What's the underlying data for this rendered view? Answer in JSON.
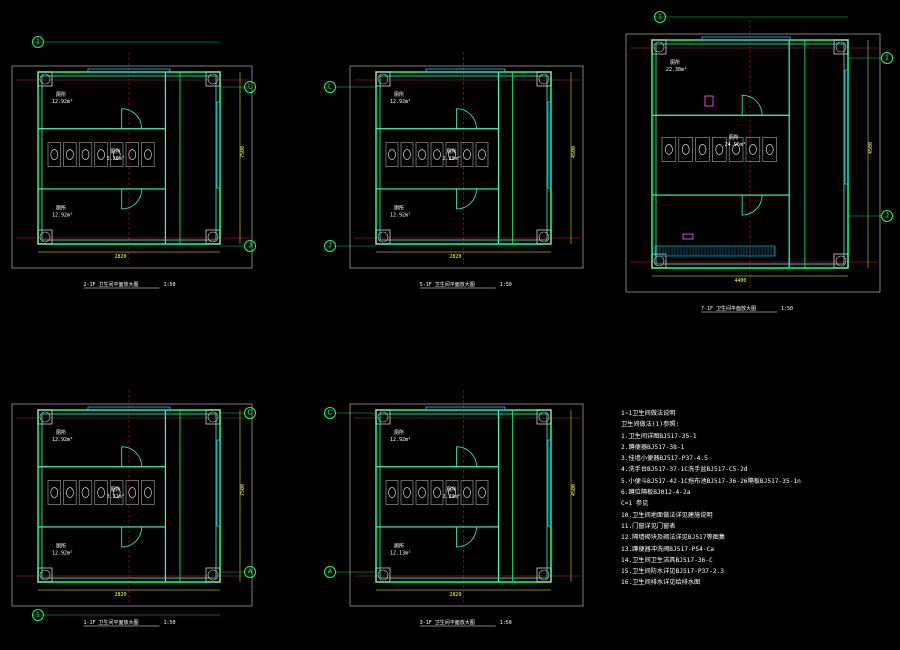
{
  "drawing": {
    "background": "#000000",
    "colors": {
      "wall_outer": "#00ff66",
      "wall_inner": "#33ffcc",
      "grid": "#cc2222",
      "window": "#00ccff",
      "dimension": "#ffff00",
      "text": "#ffffff",
      "fixture": "#aaaaaa",
      "frame": "#d0d0d0",
      "accent": "#ff66ff"
    },
    "plans": [
      {
        "id": "plan-2f",
        "title": "2-1F 卫生间平面放大图",
        "scale": "1:50",
        "axes": [
          "1",
          "L",
          "J"
        ],
        "rooms": [
          {
            "name": "厕所",
            "area": "12.92m²"
          },
          {
            "name": "厕所",
            "area": "3.28m²"
          },
          {
            "name": "厕所",
            "area": "12.92m²"
          }
        ],
        "dims": [
          "2820",
          "7500"
        ]
      },
      {
        "id": "plan-5f",
        "title": "5-1F 卫生间平面放大图",
        "scale": "1:50",
        "axes": [
          "L",
          "J"
        ],
        "rooms": [
          {
            "name": "厕所",
            "area": "12.92m²"
          },
          {
            "name": "厕所",
            "area": "2.29m²"
          },
          {
            "name": "厕所",
            "area": "12.92m²"
          }
        ],
        "dims": [
          "2820",
          "4500"
        ]
      },
      {
        "id": "plan-7f",
        "title": "7-1F 卫生间平面放大图",
        "scale": "1:50",
        "axes": [
          "1",
          "1",
          "J"
        ],
        "rooms": [
          {
            "name": "厕所",
            "area": "22.38m²"
          },
          {
            "name": "厕所",
            "area": "24.96m²"
          }
        ],
        "dims": [
          "4400",
          "4500"
        ]
      },
      {
        "id": "plan-1f",
        "title": "1-1F 卫生间平面放大图",
        "scale": "1:50",
        "axes": [
          "1",
          "C",
          "A"
        ],
        "rooms": [
          {
            "name": "厕所",
            "area": "12.92m²"
          },
          {
            "name": "厕所",
            "area": "3.21m²"
          },
          {
            "name": "厕所",
            "area": "12.92m²"
          }
        ],
        "dims": [
          "2820",
          "7500"
        ]
      },
      {
        "id": "plan-3f",
        "title": "3-1F 卫生间平面放大图",
        "scale": "1:50",
        "axes": [
          "C",
          "A"
        ],
        "rooms": [
          {
            "name": "厕所",
            "area": "12.92m²"
          },
          {
            "name": "厕所",
            "area": "2.29m²"
          },
          {
            "name": "厕所",
            "area": "12.13m²"
          }
        ],
        "dims": [
          "2820",
          "4500"
        ]
      }
    ],
    "notes": {
      "title": "1~1卫生间做法说明",
      "lines": [
        "卫生间做法(1)参照:",
        "1.卫生间详图BJ517-35-1",
        "2.蹲便器BJ517-38-1",
        "3.挂墙小便器BJ517-P37-4.5",
        "4.洗手台BJ517-37-1C洗手盆BJ517-C5-2d",
        "5.小便斗BJ517-42-1C拖布池BJ517-36-26隔板BJ517-35-1n",
        "6.蹲位隔板BJ012-4-2a",
        "C=1 参见",
        "10.卫生间地面做法详见建施说明",
        "11.门窗详见门窗表",
        "12.隔墙砌块及砌法详见BJ517等图集",
        "13.蹲便器冲洗阀BJ517-P54-Ca",
        "14.卫生间卫生洁具BJ517-36-C",
        "15.卫生间防水详见BJ517-P37-2.3",
        "16.卫生间排水详见给排水图"
      ]
    }
  }
}
